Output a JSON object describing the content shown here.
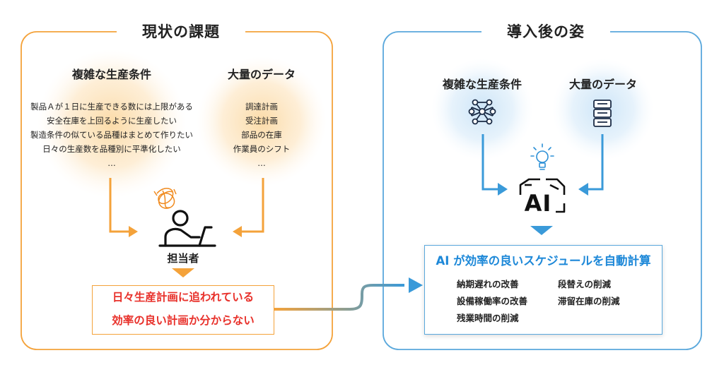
{
  "left_panel": {
    "title": "現状の課題",
    "conditions": {
      "heading": "複雑な生産条件",
      "lines": [
        "製品Ａが１日に生産できる数には上限がある",
        "安全在庫を上回るように生産したい",
        "製造条件の似ている品種はまとめて作りたい",
        "日々の生産数を品種別に平準化したい",
        "…"
      ]
    },
    "data": {
      "heading": "大量のデータ",
      "lines": [
        "調達計画",
        "受注計画",
        "部品の在庫",
        "作業員のシフト",
        "…"
      ]
    },
    "person_label": "担当者",
    "problem_lines": [
      "日々生産計画に追われている",
      "効率の良い計画か分からない"
    ]
  },
  "right_panel": {
    "title": "導入後の姿",
    "conditions_heading": "複雑な生産条件",
    "data_heading": "大量のデータ",
    "ai_label": "AI",
    "solution": {
      "title": "AI が効率の良いスケジュールを自動計算",
      "items": [
        "納期遅れの改善",
        "段替えの削減",
        "設備稼働率の改善",
        "滞留在庫の削減",
        "残業時間の削減"
      ]
    }
  },
  "colors": {
    "orange": "#f4a23a",
    "blue": "#5aa8dc",
    "problem_text": "#e8302a",
    "solution_title": "#1d88d8"
  }
}
